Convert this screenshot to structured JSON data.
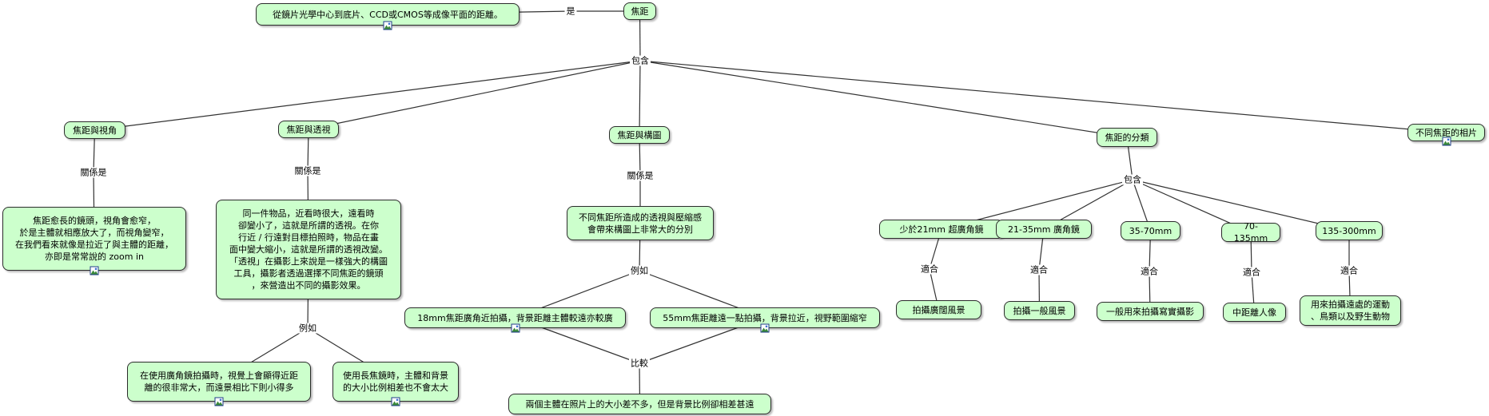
{
  "chart_data": {
    "type": "concept-map",
    "nodes": [
      {
        "id": "def",
        "text": "從鏡片光學中心到底片、CCD或CMOS等成像平面的距離。",
        "has_image": true
      },
      {
        "id": "root",
        "text": "焦距",
        "has_image": false
      },
      {
        "id": "angle",
        "text": "焦距與視角",
        "has_image": false
      },
      {
        "id": "persp",
        "text": "焦距與透視",
        "has_image": false
      },
      {
        "id": "comp",
        "text": "焦距與構圖",
        "has_image": false
      },
      {
        "id": "cls",
        "text": "焦距的分類",
        "has_image": false
      },
      {
        "id": "photos",
        "text": "不同焦距的相片",
        "has_image": true
      },
      {
        "id": "angle_desc",
        "text": "焦距愈長的鏡頭，視角會愈窄，\n於是主體就相應放大了，而視角變窄，\n在我們看來就像是拉近了與主體的距離，\n亦即是常常說的 zoom in",
        "has_image": true
      },
      {
        "id": "persp_desc",
        "text": "同一件物品，近看時很大，遠看時\n卻變小了，這就是所謂的透視。在你\n行近 / 行遠對目標拍照時，物品在畫\n面中變大縮小，這就是所謂的透視改變。\n「透視」在攝影上來說是一樣強大的構圖\n工具，攝影者透過選擇不同焦距的鏡頭\n，來營造出不同的攝影效果。",
        "has_image": false
      },
      {
        "id": "persp_ex1",
        "text": "在使用廣角鏡拍攝時，視覺上會顯得近距\n離的很非常大，而遠景相比下則小得多",
        "has_image": true
      },
      {
        "id": "persp_ex2",
        "text": "使用長焦鏡時，主體和背景\n的大小比例相差也不會太大",
        "has_image": true
      },
      {
        "id": "comp_desc",
        "text": "不同焦距所造成的透視與壓縮感\n會帶來構圖上非常大的分別",
        "has_image": false
      },
      {
        "id": "comp_ex1",
        "text": "18mm焦距廣角近拍攝，背景距離主體較遠亦較廣",
        "has_image": true
      },
      {
        "id": "comp_ex2",
        "text": "55mm焦距離遠一點拍攝，背景拉近，視野範圍縮窄",
        "has_image": true
      },
      {
        "id": "comp_cmp",
        "text": "兩個主體在照片上的大小差不多，但是背景比例卻相差甚遠",
        "has_image": false
      },
      {
        "id": "c1",
        "text": "少於21mm 超廣角鏡",
        "has_image": false
      },
      {
        "id": "c2",
        "text": "21-35mm 廣角鏡",
        "has_image": false
      },
      {
        "id": "c3",
        "text": "35-70mm",
        "has_image": false
      },
      {
        "id": "c4",
        "text": "70-135mm",
        "has_image": false
      },
      {
        "id": "c5",
        "text": "135-300mm",
        "has_image": false
      },
      {
        "id": "u1",
        "text": "拍攝廣闊風景",
        "has_image": false
      },
      {
        "id": "u2",
        "text": "拍攝一般風景",
        "has_image": false
      },
      {
        "id": "u3",
        "text": "一般用來拍攝寫實攝影",
        "has_image": false
      },
      {
        "id": "u4",
        "text": "中距離人像",
        "has_image": false
      },
      {
        "id": "u5",
        "text": "用來拍攝遠處的運動\n、鳥類以及野生動物",
        "has_image": false
      }
    ],
    "link_labels": [
      {
        "id": "l_is",
        "text": "是"
      },
      {
        "id": "l_incl",
        "text": "包含"
      },
      {
        "id": "l_rel1",
        "text": "關係是"
      },
      {
        "id": "l_rel2",
        "text": "關係是"
      },
      {
        "id": "l_rel3",
        "text": "關係是"
      },
      {
        "id": "l_ex1",
        "text": "例如"
      },
      {
        "id": "l_ex2",
        "text": "例如"
      },
      {
        "id": "l_cmp",
        "text": "比較"
      },
      {
        "id": "l_incl2",
        "text": "包含"
      },
      {
        "id": "l_fit1",
        "text": "適合"
      },
      {
        "id": "l_fit2",
        "text": "適合"
      },
      {
        "id": "l_fit3",
        "text": "適合"
      },
      {
        "id": "l_fit4",
        "text": "適合"
      },
      {
        "id": "l_fit5",
        "text": "適合"
      }
    ],
    "edges": [
      [
        "def",
        "l_is"
      ],
      [
        "l_is",
        "root"
      ],
      [
        "root",
        "l_incl"
      ],
      [
        "l_incl",
        "angle"
      ],
      [
        "l_incl",
        "persp"
      ],
      [
        "l_incl",
        "comp"
      ],
      [
        "l_incl",
        "cls"
      ],
      [
        "l_incl",
        "photos"
      ],
      [
        "angle",
        "l_rel1"
      ],
      [
        "l_rel1",
        "angle_desc"
      ],
      [
        "persp",
        "l_rel2"
      ],
      [
        "l_rel2",
        "persp_desc"
      ],
      [
        "persp_desc",
        "l_ex1"
      ],
      [
        "l_ex1",
        "persp_ex1"
      ],
      [
        "l_ex1",
        "persp_ex2"
      ],
      [
        "comp",
        "l_rel3"
      ],
      [
        "l_rel3",
        "comp_desc"
      ],
      [
        "comp_desc",
        "l_ex2"
      ],
      [
        "l_ex2",
        "comp_ex1"
      ],
      [
        "l_ex2",
        "comp_ex2"
      ],
      [
        "comp_ex1",
        "l_cmp"
      ],
      [
        "comp_ex2",
        "l_cmp"
      ],
      [
        "l_cmp",
        "comp_cmp"
      ],
      [
        "cls",
        "l_incl2"
      ],
      [
        "l_incl2",
        "c1"
      ],
      [
        "l_incl2",
        "c2"
      ],
      [
        "l_incl2",
        "c3"
      ],
      [
        "l_incl2",
        "c4"
      ],
      [
        "l_incl2",
        "c5"
      ],
      [
        "c1",
        "l_fit1"
      ],
      [
        "l_fit1",
        "u1"
      ],
      [
        "c2",
        "l_fit2"
      ],
      [
        "l_fit2",
        "u2"
      ],
      [
        "c3",
        "l_fit3"
      ],
      [
        "l_fit3",
        "u3"
      ],
      [
        "c4",
        "l_fit4"
      ],
      [
        "l_fit4",
        "u4"
      ],
      [
        "c5",
        "l_fit5"
      ],
      [
        "l_fit5",
        "u5"
      ]
    ],
    "colors": {
      "node_fill": "#ccffcc",
      "node_border": "#2b2b2b",
      "link": "#333333",
      "image_icon": "#1f3c88"
    }
  }
}
